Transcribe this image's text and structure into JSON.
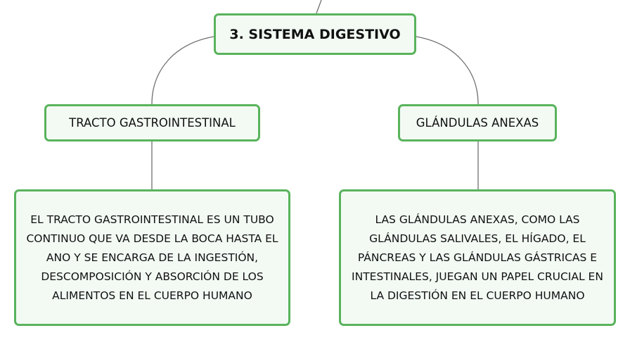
{
  "diagram": {
    "root": {
      "title": "3. SISTEMA DIGESTIVO"
    },
    "branches": [
      {
        "label": "TRACTO GASTROINTESTINAL",
        "detail": "EL TRACTO GASTROINTESTINAL ES UN TUBO CONTINUO QUE VA DESDE LA BOCA HASTA EL ANO Y SE ENCARGA DE LA INGESTIÓN, DESCOMPOSICIÓN Y ABSORCIÓN DE LOS ALIMENTOS EN EL CUERPO HUMANO"
      },
      {
        "label": "GLÁNDULAS ANEXAS",
        "detail": "LAS GLÁNDULAS ANEXAS, COMO LAS GLÁNDULAS SALIVALES, EL HÍGADO, EL PÁNCREAS Y LAS GLÁNDULAS GÁSTRICAS E INTESTINALES, JUEGAN UN PAPEL CRUCIAL EN LA DIGESTIÓN EN EL CUERPO HUMANO"
      }
    ],
    "colors": {
      "node_border": "#59b35c",
      "node_fill": "#f3faf4",
      "connector": "#6f6f6f",
      "text": "#111111"
    }
  }
}
